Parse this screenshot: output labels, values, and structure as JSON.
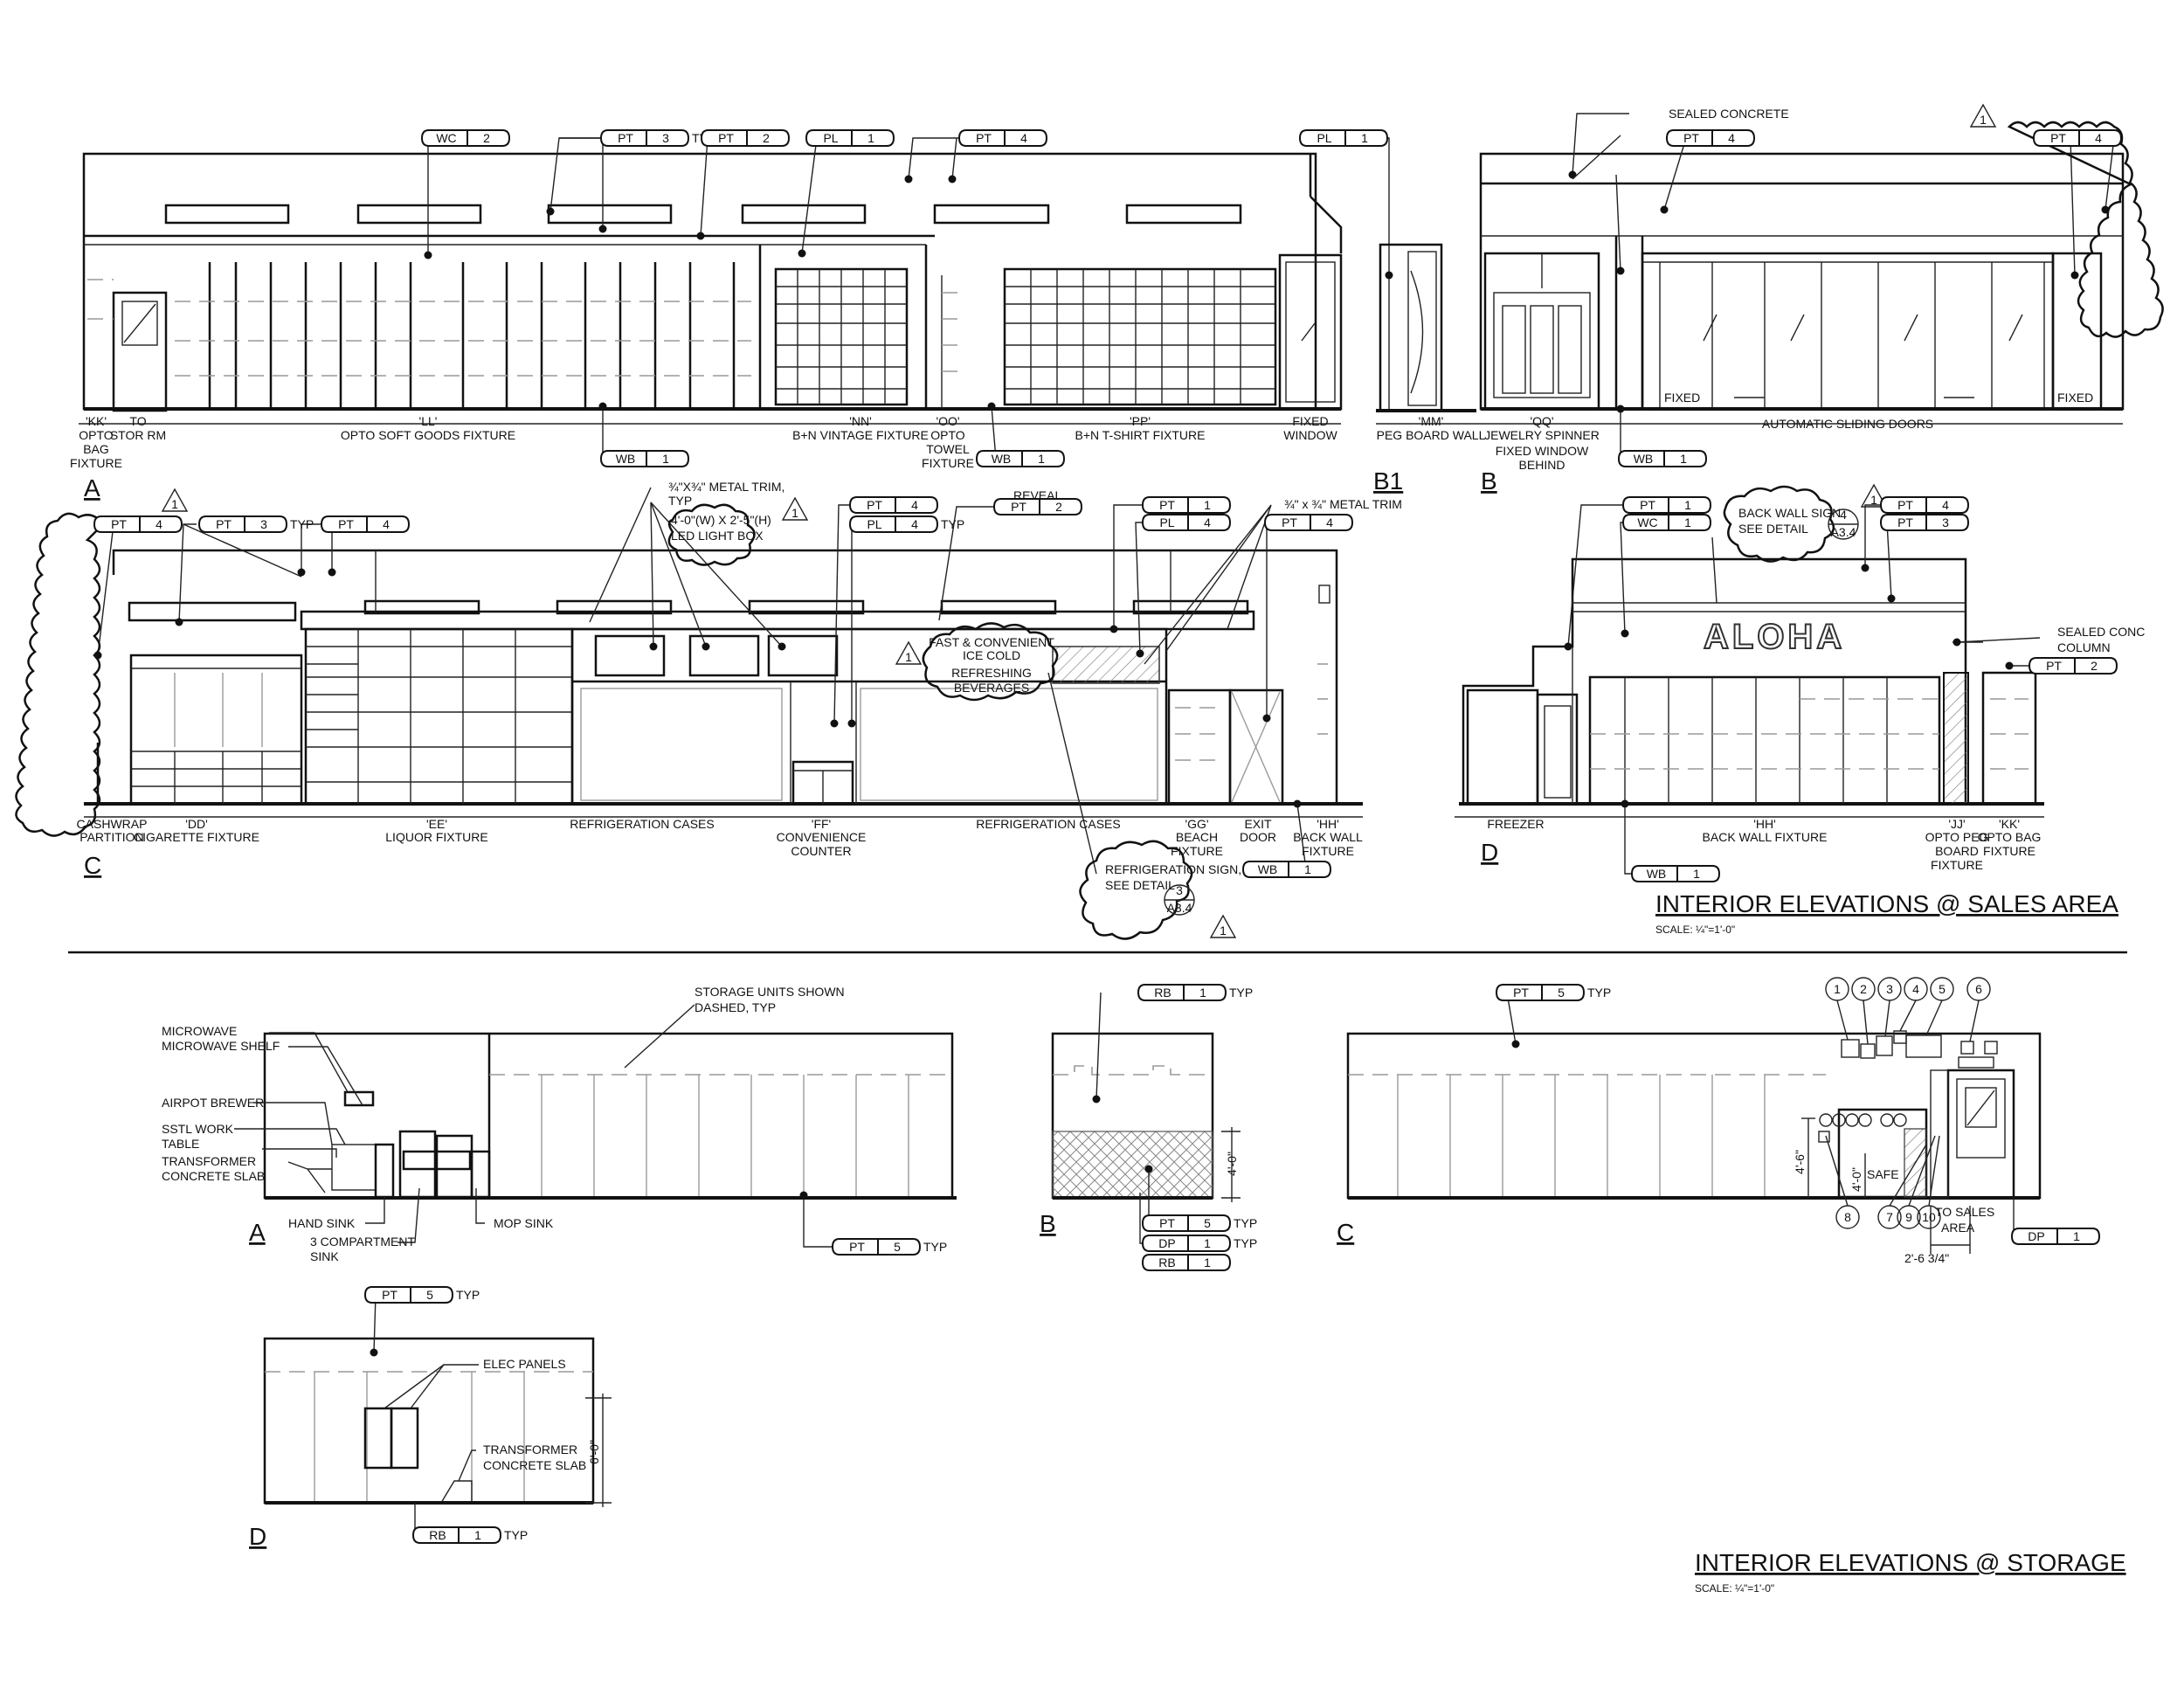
{
  "sheet": {
    "title_sales": "INTERIOR ELEVATIONS @ SALES AREA",
    "scale_sales": "SCALE: ¼\"=1'-0\"",
    "title_storage": "INTERIOR ELEVATIONS @ STORAGE",
    "scale_storage": "SCALE: ¼\"=1'-0\""
  },
  "view_labels": {
    "sales_a": "A",
    "sales_b1": "B1",
    "sales_b": "B",
    "sales_c": "C",
    "sales_d": "D",
    "storage_a": "A",
    "storage_b": "B",
    "storage_c": "C",
    "storage_d": "D"
  },
  "tags": {
    "wc2": [
      "WC",
      "2"
    ],
    "pt3": [
      "PT",
      "3"
    ],
    "pt2": [
      "PT",
      "2"
    ],
    "pl1": [
      "PL",
      "1"
    ],
    "pt4": [
      "PT",
      "4"
    ],
    "pl1b": [
      "PL",
      "1"
    ],
    "pt4b": [
      "PT",
      "4"
    ],
    "pt4c": [
      "PT",
      "4"
    ],
    "wb1a": [
      "WB",
      "1"
    ],
    "wb1b": [
      "WB",
      "1"
    ],
    "wb1c": [
      "WB",
      "1"
    ],
    "pt4d": [
      "PT",
      "4"
    ],
    "pt3b": [
      "PT",
      "3"
    ],
    "pt4e": [
      "PT",
      "4"
    ],
    "pt4f": [
      "PT",
      "4"
    ],
    "pl4": [
      "PL",
      "4"
    ],
    "pt2b": [
      "PT",
      "2"
    ],
    "pt1": [
      "PT",
      "1"
    ],
    "pl4b": [
      "PL",
      "4"
    ],
    "pt4g": [
      "PT",
      "4"
    ],
    "wb1d": [
      "WB",
      "1"
    ],
    "pt1b": [
      "PT",
      "1"
    ],
    "wc1": [
      "WC",
      "1"
    ],
    "pt4h": [
      "PT",
      "4"
    ],
    "pt3c": [
      "PT",
      "3"
    ],
    "pt2c": [
      "PT",
      "2"
    ],
    "wb1e": [
      "WB",
      "1"
    ],
    "pt5a": [
      "PT",
      "5"
    ],
    "rb1a": [
      "RB",
      "1"
    ],
    "pt5b": [
      "PT",
      "5"
    ],
    "dp1a": [
      "DP",
      "1"
    ],
    "rb1b": [
      "RB",
      "1"
    ],
    "pt5c": [
      "PT",
      "5"
    ],
    "dp1b": [
      "DP",
      "1"
    ],
    "pt5d": [
      "PT",
      "5"
    ],
    "rb1c": [
      "RB",
      "1"
    ]
  },
  "text": {
    "typ": "TYP",
    "sealed_concrete": "SEALED CONCRETE",
    "sealed_conc": "SEALED CONC",
    "column": "COLUMN",
    "metal_trim_a": "¾\"X¾\" METAL TRIM,",
    "metal_trim_a2": "TYP",
    "light_box_1": "4'-0\"(W) X 2'-5\"(H)",
    "light_box_2": "LED LIGHT BOX",
    "reveal": "REVEAL",
    "metal_trim_b": "¾\" x ¾\" METAL TRIM",
    "back_wall_sign_1": "BACK WALL SIGN",
    "back_wall_sign_2": "SEE DETAIL",
    "refrig_sign_1": "REFRIGERATION SIGN,",
    "refrig_sign_2": "SEE DETAIL",
    "detail_4": "4",
    "detail_a34": "A3.4",
    "detail_3": "3",
    "detail_a34b": "A3.4",
    "rev_1": "1",
    "aloha": "ALOHA",
    "refreshing": "REFRESHING",
    "refreshing_top": "FAST & CONVENIENT",
    "refreshing_mid": "ICE COLD",
    "refreshing_bot": "BEVERAGES",
    "fixed": "FIXED",
    "storage_units_1": "STORAGE UNITS SHOWN",
    "storage_units_2": "DASHED, TYP",
    "microwave": "MICROWAVE",
    "microwave_shelf": "MICROWAVE SHELF",
    "airpot": "AIRPOT BREWER",
    "sstl_1": "SSTL WORK",
    "sstl_2": "TABLE",
    "transformer_1": "TRANSFORMER",
    "transformer_2": "CONCRETE SLAB",
    "hand_sink": "HAND SINK",
    "comp_sink_1": "3 COMPARTMENT",
    "comp_sink_2": "SINK",
    "mop_sink": "MOP SINK",
    "dim_4_0": "4'-0\"",
    "dim_4_6": "4'-6\"",
    "dim_4_0b": "4'-0\"",
    "dim_6_0": "6'-0\"",
    "dim_2_6": "2'-6 3/4\"",
    "safe": "SAFE",
    "to_sales_1": "TO SALES",
    "to_sales_2": "AREA",
    "elec_panels": "ELEC PANELS",
    "transformer_d1": "TRANSFORMER",
    "transformer_d2": "CONCRETE SLAB"
  },
  "callouts": [
    "1",
    "2",
    "3",
    "4",
    "5",
    "6",
    "7",
    "8",
    "9",
    "10"
  ],
  "fixtures_a": [
    {
      "code": "'KK'",
      "l1": "OPTO",
      "l2": "BAG",
      "l3": "FIXTURE"
    },
    {
      "code": "TO",
      "l1": "STOR RM",
      "l2": "",
      "l3": ""
    },
    {
      "code": "'LL'",
      "l1": "OPTO SOFT GOODS FIXTURE",
      "l2": "",
      "l3": ""
    },
    {
      "code": "'NN'",
      "l1": "B+N VINTAGE FIXTURE",
      "l2": "",
      "l3": ""
    },
    {
      "code": "'OO'",
      "l1": "OPTO",
      "l2": "TOWEL",
      "l3": "FIXTURE"
    },
    {
      "code": "'PP'",
      "l1": "B+N T-SHIRT FIXTURE",
      "l2": "",
      "l3": ""
    },
    {
      "code": "FIXED",
      "l1": "WINDOW",
      "l2": "",
      "l3": ""
    }
  ],
  "fixtures_b1": [
    {
      "code": "'MM'",
      "l1": "PEG BOARD WALL"
    }
  ],
  "fixtures_b": [
    {
      "code": "'QQ'",
      "l1": "JEWELRY SPINNER",
      "l2": "FIXED WINDOW",
      "l3": "BEHIND"
    },
    {
      "code": "AUTOMATIC SLIDING DOORS",
      "l1": "",
      "l2": "",
      "l3": ""
    }
  ],
  "fixtures_c": [
    {
      "code": "CASHWRAP",
      "l1": "PARTITION",
      "l2": ""
    },
    {
      "code": "'DD'",
      "l1": "CIGARETTE FIXTURE",
      "l2": ""
    },
    {
      "code": "'EE'",
      "l1": "LIQUOR FIXTURE",
      "l2": ""
    },
    {
      "code": "REFRIGERATION CASES",
      "l1": "",
      "l2": ""
    },
    {
      "code": "'FF'",
      "l1": "CONVENIENCE",
      "l2": "COUNTER"
    },
    {
      "code": "REFRIGERATION CASES",
      "l1": "",
      "l2": ""
    },
    {
      "code": "'GG'",
      "l1": "BEACH",
      "l2": "FIXTURE"
    },
    {
      "code": "EXIT",
      "l1": "DOOR",
      "l2": ""
    },
    {
      "code": "'HH'",
      "l1": "BACK WALL",
      "l2": "FIXTURE"
    }
  ],
  "fixtures_d": [
    {
      "code": "FREEZER",
      "l1": "",
      "l2": ""
    },
    {
      "code": "'HH'",
      "l1": "BACK WALL FIXTURE",
      "l2": ""
    },
    {
      "code": "'JJ'",
      "l1": "OPTO PEG",
      "l2": "BOARD",
      "l3": "FIXTURE"
    },
    {
      "code": "'KK'",
      "l1": "OPTO BAG",
      "l2": "FIXTURE",
      "l3": ""
    }
  ]
}
